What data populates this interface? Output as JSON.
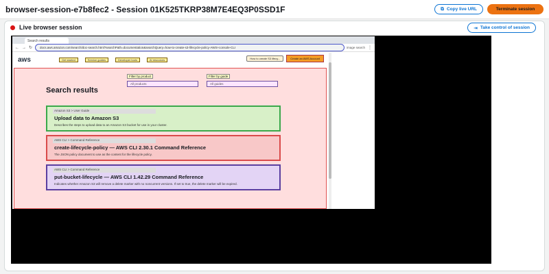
{
  "header": {
    "title": "browser-session-e7b8fec2 - Session 01K525TKRP38M7E4EQ3P0SSD1F",
    "copy_live_url": "Copy live URL",
    "terminate": "Terminate session"
  },
  "panel": {
    "title": "Live browser session",
    "take_control": "Take control of session"
  },
  "browser": {
    "tab_label": "Search results",
    "url": "docs.aws.amazon.com/search/doc-search.html?searchPath=documentation&searchQuery=how-to-create-s3-lifecycle-policy-AWS+console-CLI",
    "url_search_label": "image search"
  },
  "aws_page": {
    "logo": "aws",
    "nav_links": [
      "Get started",
      "Service guides",
      "Developer tools",
      "AI resources"
    ],
    "feedback": "How to create S3 lifecy...",
    "cta": "Create an AWS Account",
    "heading": "Search results",
    "filter_product_label": "Filter by product",
    "filter_product_value": "All products",
    "filter_guide_label": "Filter by guide",
    "filter_guide_value": "All guides",
    "results": [
      {
        "breadcrumb": "Amazon S3 > User Guide",
        "title": "Upload data to Amazon S3",
        "desc": "Describes the steps to upload data to an Amazon S3 bucket for use in your cluster.",
        "border": "#3aa84a",
        "bg": "#d8f0c8"
      },
      {
        "breadcrumb": "AWS CLI > Command Reference",
        "title": "create-lifecycle-policy — AWS CLI 2.30.1 Command Reference",
        "desc": "The JSON policy document to use as the content for the lifecycle policy.",
        "border": "#d94a4a",
        "bg": "#f8c8c8"
      },
      {
        "breadcrumb": "AWS CLI > Command Reference",
        "title": "put-bucket-lifecycle — AWS CLI 1.42.29 Command Reference",
        "desc": "Indicates whether Amazon S3 will remove a delete marker with no noncurrent versions. If set to true, the delete marker will be expired.",
        "border": "#5a3ea0",
        "bg": "#e3d4f5"
      }
    ]
  },
  "colors": {
    "accent": "#0972d3",
    "terminate": "#ec7211",
    "rec_dot": "#d91515"
  }
}
